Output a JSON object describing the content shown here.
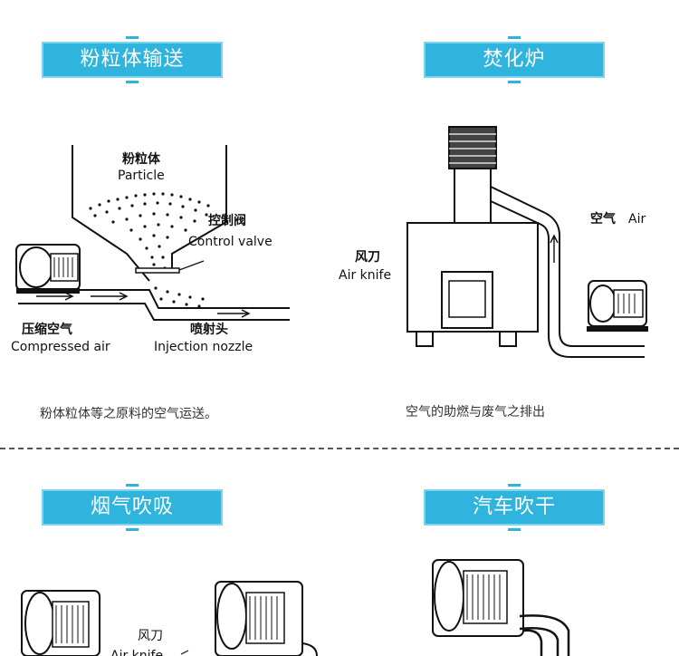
{
  "sections": [
    {
      "title": "粉粒体输送",
      "caption": "粉体粒体等之原料的空气运送。",
      "labels": {
        "particle_cn": "粉粒体",
        "particle_en": "Particle",
        "valve_cn": "控制阀",
        "valve_en": "Control valve",
        "compressed_cn": "压缩空气",
        "compressed_en": "Compressed air",
        "nozzle_cn": "喷射头",
        "nozzle_en": "Injection nozzle"
      }
    },
    {
      "title": "焚化炉",
      "caption": "空气的助燃与废气之排出",
      "labels": {
        "air_cn": "空气",
        "air_en": "Air",
        "knife_cn": "风刀",
        "knife_en": "Air knife"
      }
    },
    {
      "title": "烟气吹吸",
      "labels": {
        "knife_cn": "风刀",
        "knife_en": "Air knife"
      }
    },
    {
      "title": "汽车吹干"
    }
  ],
  "colors": {
    "badge": "#2fb4dd",
    "line": "#111111"
  }
}
